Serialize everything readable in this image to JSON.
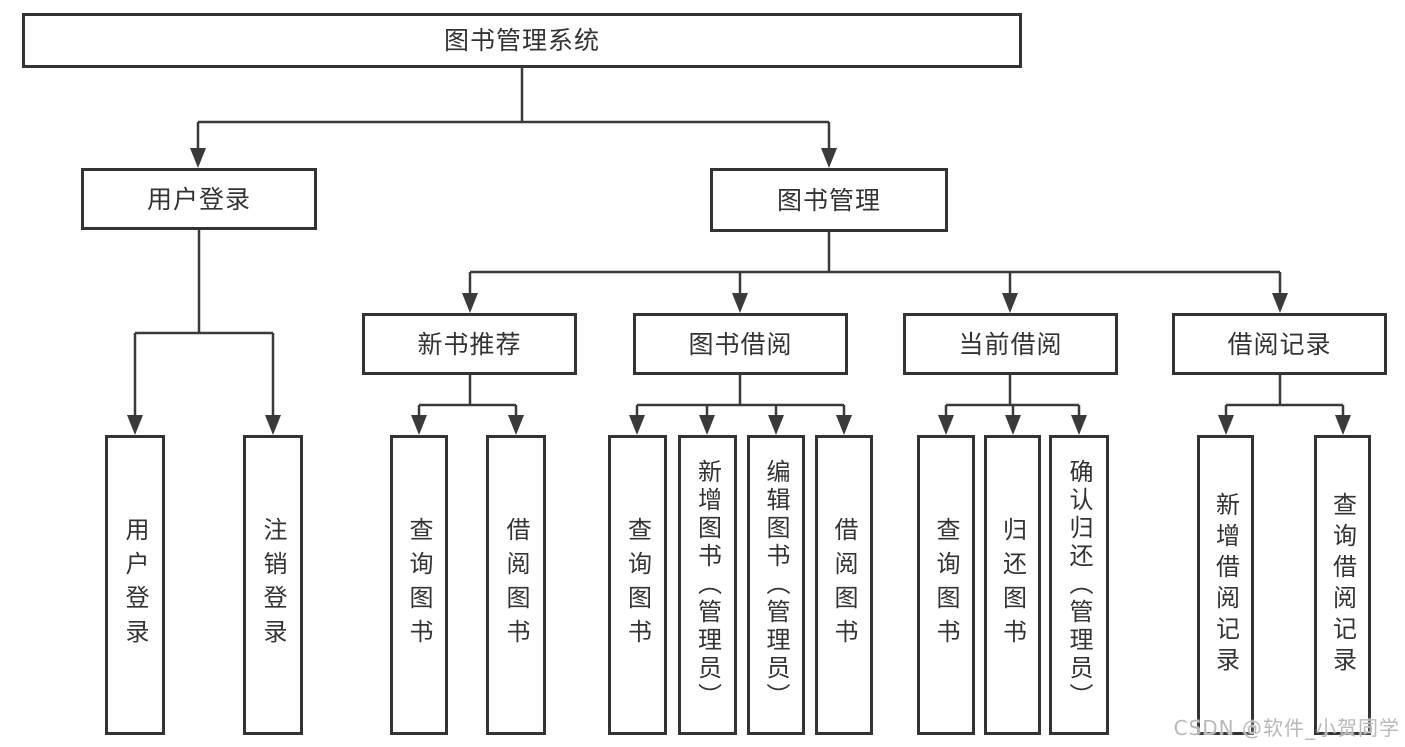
{
  "diagram_title": "图书管理系统",
  "nodes": {
    "root": {
      "label": "图书管理系统"
    },
    "user_login": {
      "label": "用户登录"
    },
    "book_mgmt": {
      "label": "图书管理"
    },
    "new_book_rec": {
      "label": "新书推荐"
    },
    "book_borrow": {
      "label": "图书借阅"
    },
    "current_borrow": {
      "label": "当前借阅"
    },
    "borrow_record": {
      "label": "借阅记录"
    }
  },
  "leaves": [
    {
      "parent": "用户登录",
      "label": "用户登录"
    },
    {
      "parent": "用户登录",
      "label": "注销登录"
    },
    {
      "parent": "新书推荐",
      "label": "查询图书"
    },
    {
      "parent": "新书推荐",
      "label": "借阅图书"
    },
    {
      "parent": "图书借阅",
      "label": "查询图书"
    },
    {
      "parent": "图书借阅",
      "label": "新增图书（管理员）"
    },
    {
      "parent": "图书借阅",
      "label": "编辑图书（管理员）"
    },
    {
      "parent": "图书借阅",
      "label": "借阅图书"
    },
    {
      "parent": "当前借阅",
      "label": "查询图书"
    },
    {
      "parent": "当前借阅",
      "label": "归还图书"
    },
    {
      "parent": "当前借阅",
      "label": "确认归还（管理员）"
    },
    {
      "parent": "借阅记录",
      "label": "新增借阅记录"
    },
    {
      "parent": "借阅记录",
      "label": "查询借阅记录"
    }
  ],
  "watermark": "CSDN @软件_小贺同学",
  "colors": {
    "line": "#3a3a3a",
    "border": "#333333",
    "text": "#333333",
    "watermark": "#b9b9b9",
    "background": "#ffffff"
  }
}
